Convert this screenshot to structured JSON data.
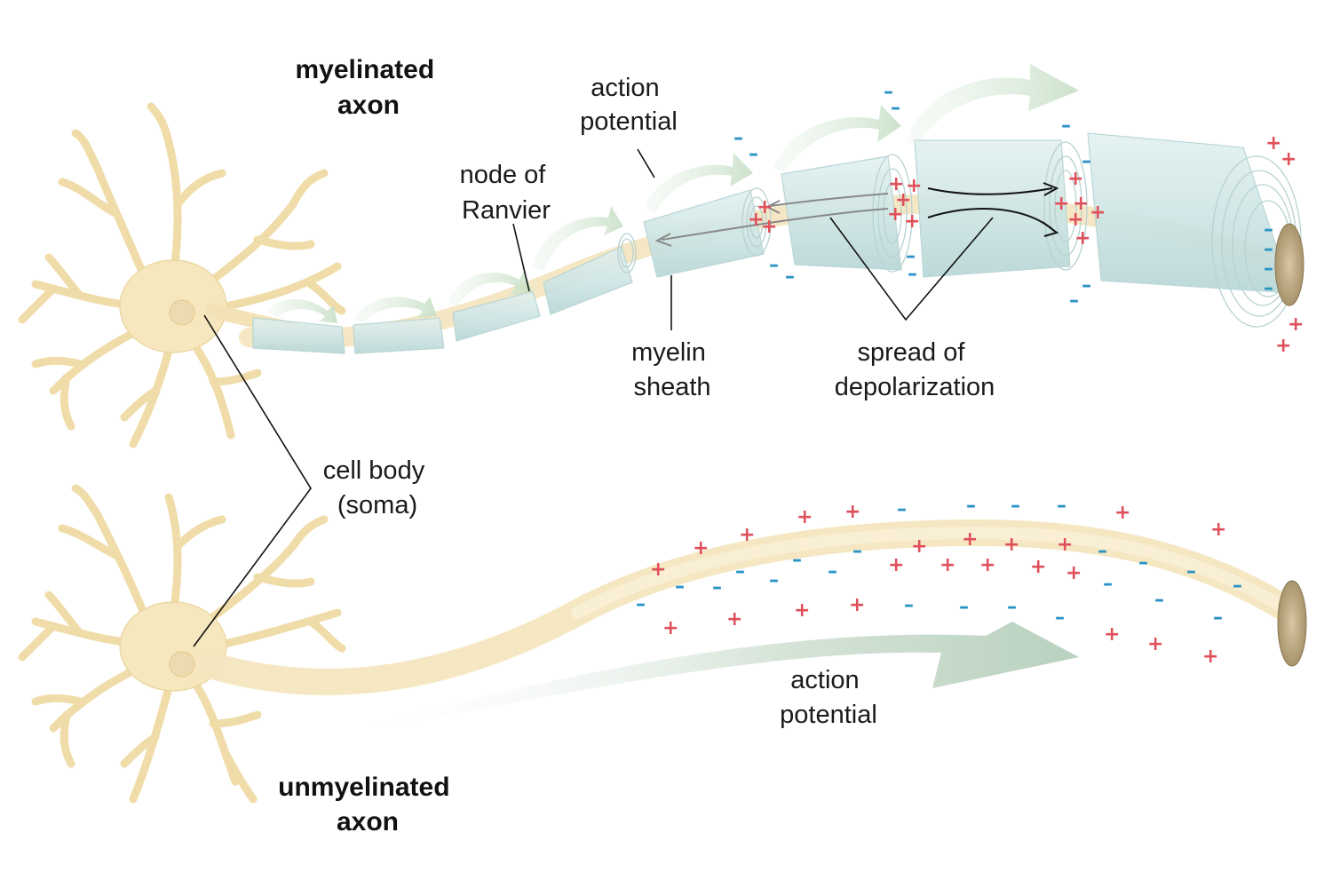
{
  "labels": {
    "myelinated_title": [
      "myelinated",
      "axon"
    ],
    "unmyelinated_title": [
      "unmyelinated",
      "axon"
    ],
    "action_potential_top": [
      "action",
      "potential"
    ],
    "node_of_ranvier": [
      "node of",
      "Ranvier"
    ],
    "myelin_sheath": [
      "myelin",
      "sheath"
    ],
    "spread_of_depolarization": [
      "spread of",
      "depolarization"
    ],
    "cell_body": [
      "cell body",
      "(soma)"
    ],
    "action_potential_bottom": [
      "action",
      "potential"
    ]
  },
  "symbols": {
    "plus": "+",
    "minus": "–"
  },
  "colors": {
    "neuron": "#f6e7bf",
    "myelin": "#cfe6e6",
    "positive_charge": "#e0505a",
    "negative_charge": "#2a93c6",
    "arrow_fill": "#cfe3cf"
  }
}
